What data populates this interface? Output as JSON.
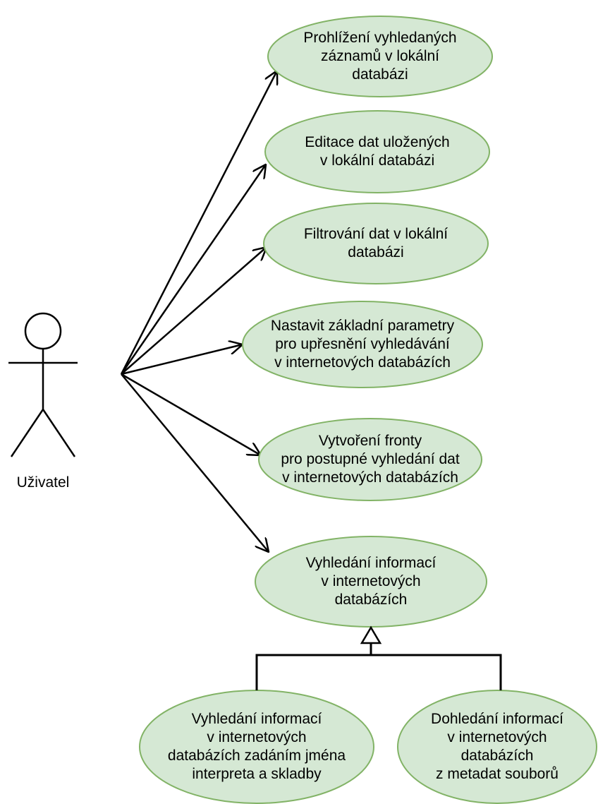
{
  "actor": {
    "name": "Uživatel"
  },
  "use_cases": [
    {
      "id": "prohlizeni",
      "label": "Prohlížení vyhledaných\nzáznamů v lokální\ndatabázi"
    },
    {
      "id": "editace",
      "label": "Editace dat uložených\nv lokální databázi"
    },
    {
      "id": "filtrovani",
      "label": "Filtrování dat v lokální\ndatabázi"
    },
    {
      "id": "nastavit",
      "label": "Nastavit základní parametry\npro upřesnění vyhledávání\nv internetových databázích"
    },
    {
      "id": "fronta",
      "label": "Vytvoření fronty\npro postupné vyhledání dat\nv internetových databázích"
    },
    {
      "id": "vyhledani",
      "label": "Vyhledání informací\nv internetových\ndatabázích"
    },
    {
      "id": "vyhledani-jmeno",
      "label": "Vyhledání informací\nv internetových\ndatabázích zadáním jména\ninterpreta a skladby"
    },
    {
      "id": "dohledani-metadata",
      "label": "Dohledání informací\nv internetových\ndatabázích\nz metadat souborů"
    }
  ],
  "colors": {
    "use_case_fill": "#d5e8d4",
    "use_case_stroke": "#82b366",
    "line": "#000000"
  }
}
